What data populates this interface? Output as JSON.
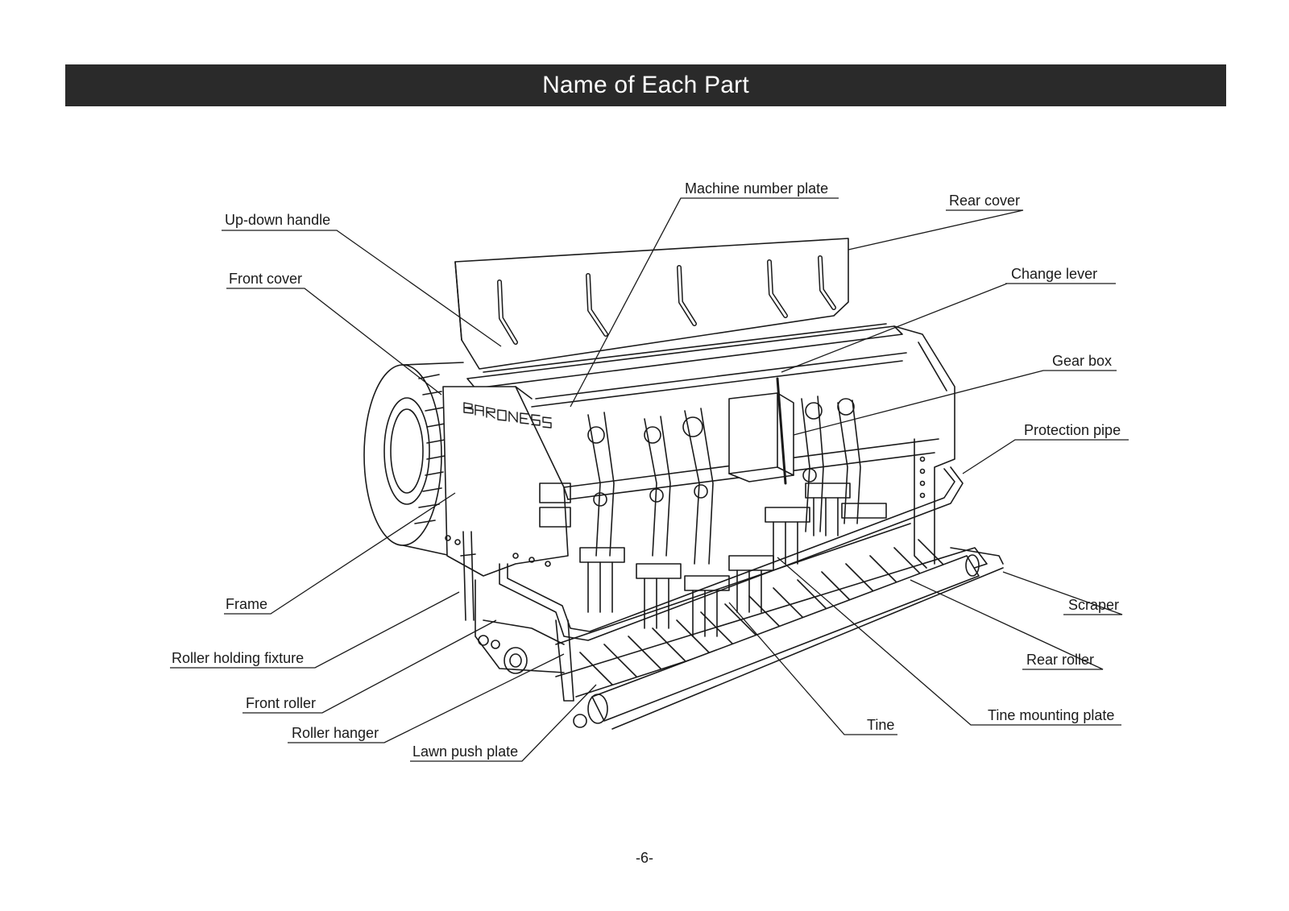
{
  "page": {
    "title": "Name of Each Part",
    "page_number": "-6-",
    "brand_logo_text": "BARONESS"
  },
  "labels": {
    "up_down_handle": "Up-down handle",
    "front_cover": "Front cover",
    "frame": "Frame",
    "roller_holding_fixture": "Roller holding fixture",
    "front_roller": "Front roller",
    "roller_hanger": "Roller hanger",
    "lawn_push_plate": "Lawn push plate",
    "machine_number_plate": "Machine number plate",
    "rear_cover": "Rear cover",
    "change_lever": "Change lever",
    "gear_box": "Gear box",
    "protection_pipe": "Protection pipe",
    "scraper": "Scraper",
    "rear_roller": "Rear roller",
    "tine_mounting_plate": "Tine mounting plate",
    "tine": "Tine"
  },
  "colors": {
    "title_bar": "#2a2a2a",
    "title_text": "#ffffff",
    "line": "#1a1a1a"
  }
}
